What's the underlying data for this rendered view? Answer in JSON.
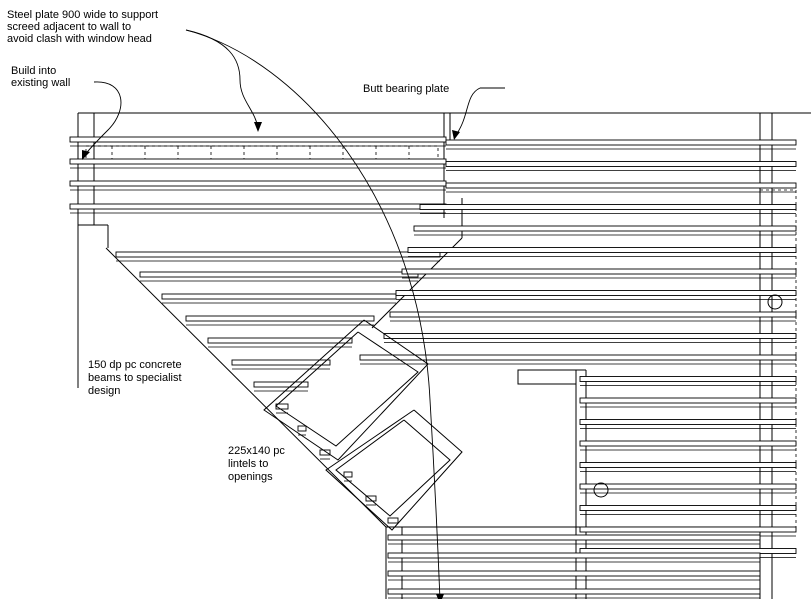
{
  "annotations": {
    "steel_plate": [
      "Steel plate 900 wide to support",
      "screed adjacent to wall to",
      "avoid clash with window head"
    ],
    "build_into": [
      "Build into",
      "existing wall"
    ],
    "butt_bearing": [
      "Butt bearing plate"
    ],
    "beams": [
      "150 dp pc concrete",
      "beams to specialist",
      "design"
    ],
    "lintels": [
      "225x140 pc",
      "lintels to",
      "openings"
    ]
  },
  "colors": {
    "line": "#000000",
    "background": "#ffffff"
  }
}
